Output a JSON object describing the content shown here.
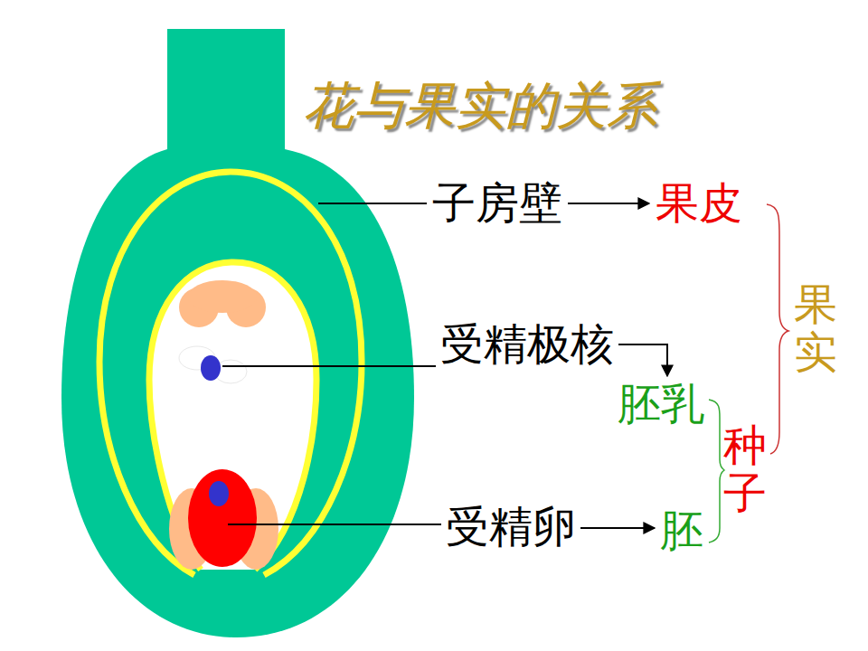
{
  "diagram": {
    "title": "花与果实的关系",
    "labels": [
      "子房壁",
      "果皮",
      "果实",
      "受精极核",
      "胚乳",
      "种子",
      "受精卵",
      "胚"
    ]
  }
}
